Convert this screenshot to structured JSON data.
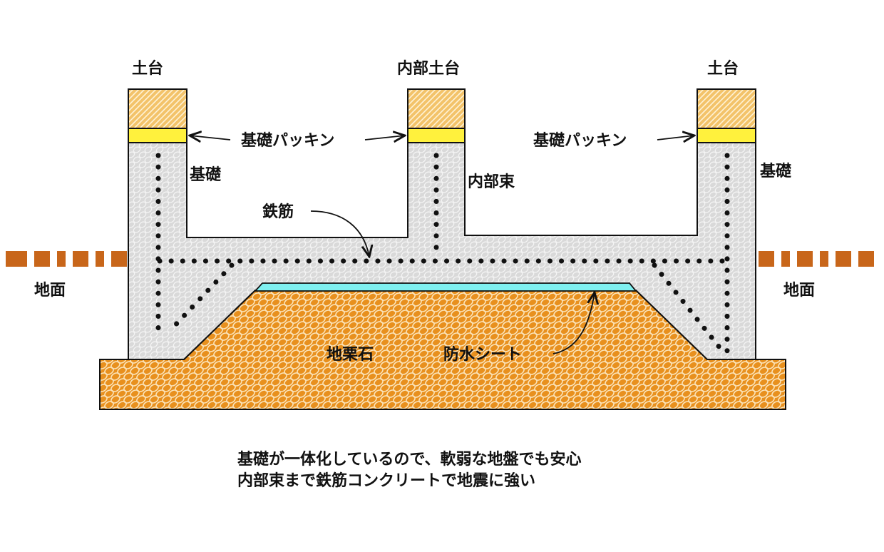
{
  "labels": {
    "dodai_left": "土台",
    "naibu_dodai": "内部土台",
    "dodai_right": "土台",
    "kiso_packing_1": "基礎パッキン",
    "kiso_packing_2": "基礎パッキン",
    "kiso_left": "基礎",
    "kiso_right": "基礎",
    "naibu_tsuka": "内部束",
    "tekkin": "鉄筋",
    "jimen_left": "地面",
    "jimen_right": "地面",
    "jiguri_ishi": "地栗石",
    "bousui_sheet": "防水シート"
  },
  "caption": {
    "line1": "基礎が一体化しているので、軟弱な地盤でも安心",
    "line2": "内部束まで鉄筋コンクリートで地震に強い"
  },
  "colors": {
    "concrete": "#d9d9d9",
    "gravel": "#e8901e",
    "wood": "#f3c36a",
    "packing": "#fff13d",
    "sheet": "#7ff0f0",
    "ground_dash": "#c8661a",
    "rebar": "#111111"
  }
}
